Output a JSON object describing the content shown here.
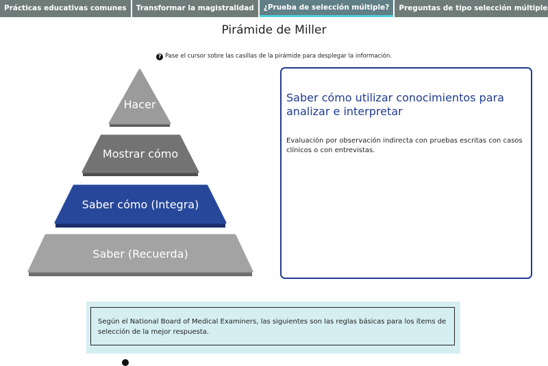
{
  "tabs": [
    {
      "label": "Prácticas educativas comunes"
    },
    {
      "label": "Transformar la magistralidad"
    },
    {
      "label": "¿Prueba de selección múltiple?"
    },
    {
      "label": "Preguntas de tipo selección múltiple"
    }
  ],
  "active_tab": 2,
  "page_title": "Pirámide de Miller",
  "hint": {
    "icon": "question-circle-icon",
    "text": "Pase el cursor sobre las casillas de la pirámide para desplegar la información."
  },
  "pyramid": {
    "levels": [
      {
        "label": "Hacer",
        "color": "#9b9b9b"
      },
      {
        "label": "Mostrar cómo",
        "color": "#737373"
      },
      {
        "label": "Saber cómo (Integra)",
        "color": "#27479a"
      },
      {
        "label": "Saber (Recuerda)",
        "color": "#a3a3a3"
      }
    ],
    "selected_index": 2
  },
  "info": {
    "heading": "Saber cómo utilizar conocimientos para analizar e interpretar",
    "body": "Evaluación por observación indirecta con pruebas escritas con casos clínicos o con entrevistas."
  },
  "notice": {
    "text": "Según el National Board of Medical Examiners, las siguientes son las reglas básicas para los ítems de selección de la mejor respuesta."
  },
  "colors": {
    "accent": "#1f3b8f",
    "tab_bg": "#6f7b78",
    "tab_active_underline": "#4fd0dc",
    "notice_bg": "#d5eef1"
  }
}
